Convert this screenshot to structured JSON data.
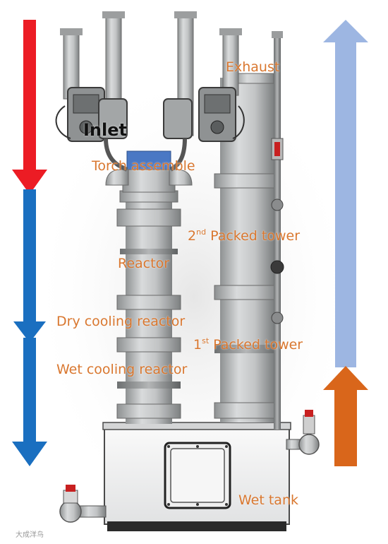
{
  "labels": {
    "exhaust": "Exhaust",
    "inlet": "Inlet",
    "torch": "Torch assemble",
    "packed2_prefix": "2",
    "packed2_sup": "nd",
    "packed2_rest": " Packed tower",
    "reactor": "Reactor",
    "dry_cooling": "Dry cooling reactor",
    "packed1_prefix": "1",
    "packed1_sup": "st",
    "packed1_rest": " Packed tower",
    "wet_cooling": "Wet cooling reactor",
    "wet_tank": "Wet tank"
  },
  "watermark": "大成洋鸟",
  "colors": {
    "label": "#d9772f",
    "arrow_red": "#ec1c24",
    "arrow_blue": "#1a6fc0",
    "arrow_light_blue": "#9db6e2",
    "arrow_orange": "#d9661b",
    "metal": "#bfc1c2"
  }
}
